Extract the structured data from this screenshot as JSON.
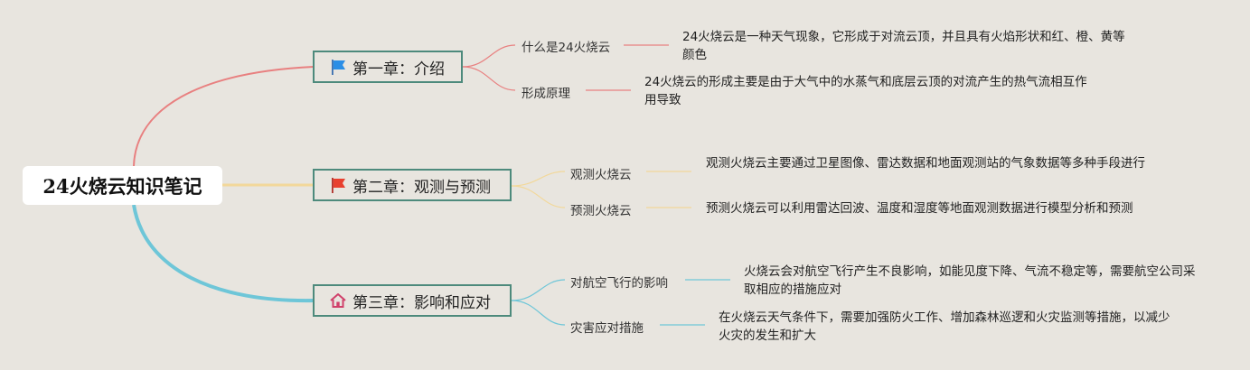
{
  "root": {
    "title": "24火烧云知识笔记"
  },
  "colors": {
    "branch1": "#e88080",
    "branch2": "#f2d89a",
    "branch3": "#6ec6d8",
    "chapter_border": "#4d8a7c",
    "background": "#e8e5df"
  },
  "chapters": [
    {
      "title": "第一章：介绍",
      "icon": "blue-flag-icon",
      "topics": [
        {
          "label": "什么是24火烧云",
          "text": "24火烧云是一种天气现象，它形成于对流云顶，并且具有火焰形状和红、橙、黄等颜色"
        },
        {
          "label": "形成原理",
          "text": "24火烧云的形成主要是由于大气中的水蒸气和底层云顶的对流产生的热气流相互作用导致"
        }
      ]
    },
    {
      "title": "第二章：观测与预测",
      "icon": "red-flag-icon",
      "topics": [
        {
          "label": "观测火烧云",
          "text": "观测火烧云主要通过卫星图像、雷达数据和地面观测站的气象数据等多种手段进行"
        },
        {
          "label": "预测火烧云",
          "text": "预测火烧云可以利用雷达回波、温度和湿度等地面观测数据进行模型分析和预测"
        }
      ]
    },
    {
      "title": "第三章：影响和应对",
      "icon": "house-icon",
      "topics": [
        {
          "label": "对航空飞行的影响",
          "text": "火烧云会对航空飞行产生不良影响，如能见度下降、气流不稳定等，需要航空公司采取相应的措施应对"
        },
        {
          "label": "灾害应对措施",
          "text": "在火烧云天气条件下，需要加强防火工作、增加森林巡逻和火灾监测等措施，以减少火灾的发生和扩大"
        }
      ]
    }
  ]
}
